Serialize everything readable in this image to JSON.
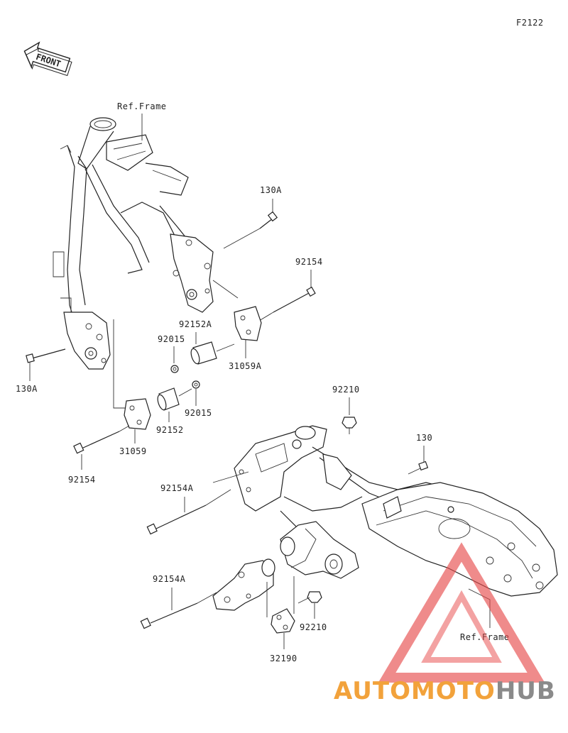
{
  "diagram_code": "F2122",
  "front_label": "FRONT",
  "refs": {
    "frame_top": "Ref.Frame",
    "frame_bottom": "Ref.Frame"
  },
  "parts": {
    "p130A_top": "130A",
    "p92154_top": "92154",
    "p92152A": "92152A",
    "p92015_top": "92015",
    "p31059A": "31059A",
    "p130A_left": "130A",
    "p92015_mid": "92015",
    "p92152": "92152",
    "p31059": "31059",
    "p92154_left": "92154",
    "p92210_top": "92210",
    "p130": "130",
    "p92154A_top": "92154A",
    "p92154A_bottom": "92154A",
    "p92210_bottom": "92210",
    "p32190": "32190"
  },
  "watermark": {
    "part1": "AUTOMOTO",
    "part2": "HUB",
    "color_primary": "#f2a23b",
    "color_secondary": "#8a8a8a",
    "triangle_color": "#e64a4a"
  }
}
